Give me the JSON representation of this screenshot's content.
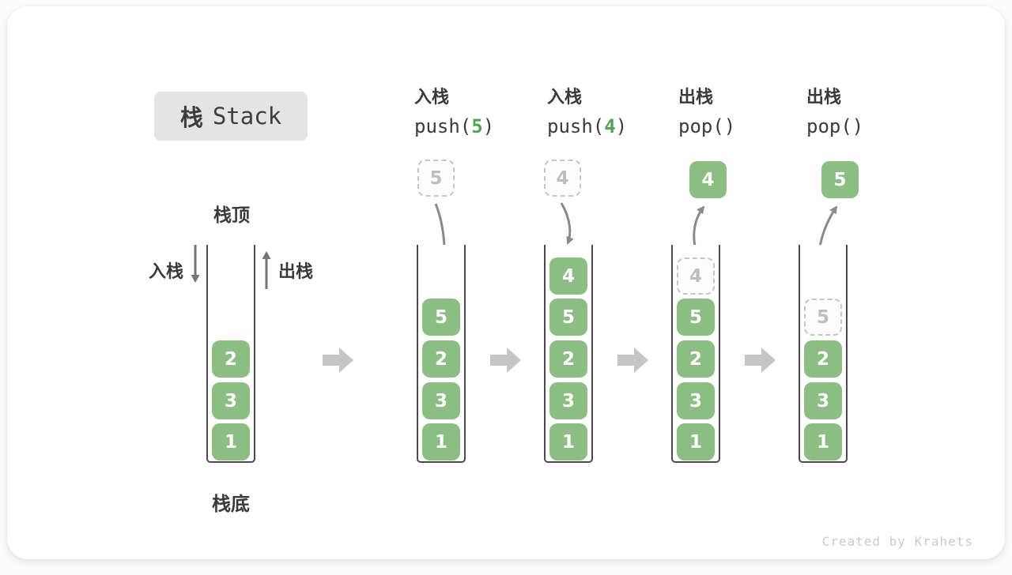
{
  "title": {
    "zh": "栈",
    "en": "Stack"
  },
  "legend": {
    "stack_top": "栈顶",
    "stack_bottom": "栈底",
    "push_side": "入栈",
    "pop_side": "出栈"
  },
  "operations": [
    {
      "zh": "入栈",
      "code_prefix": "push(",
      "arg": "5",
      "code_suffix": ")"
    },
    {
      "zh": "入栈",
      "code_prefix": "push(",
      "arg": "4",
      "code_suffix": ")"
    },
    {
      "zh": "出栈",
      "code_prefix": "pop(",
      "arg": "",
      "code_suffix": ")"
    },
    {
      "zh": "出栈",
      "code_prefix": "pop(",
      "arg": "",
      "code_suffix": ")"
    }
  ],
  "stacks": [
    {
      "items": [
        "2",
        "3",
        "1"
      ]
    },
    {
      "incoming": "5",
      "items": [
        "5",
        "2",
        "3",
        "1"
      ]
    },
    {
      "incoming": "4",
      "items": [
        "4",
        "5",
        "2",
        "3",
        "1"
      ]
    },
    {
      "popped": "4",
      "ghost": "4",
      "items": [
        "5",
        "2",
        "3",
        "1"
      ]
    },
    {
      "popped": "5",
      "ghost": "5",
      "items": [
        "2",
        "3",
        "1"
      ]
    }
  ],
  "colors": {
    "box_green": "#8cbd83",
    "accent_green": "#56a254",
    "ghost_border": "#c6c6c6",
    "container_line": "#4a4a4a",
    "flow_arrow": "#c5c5c5",
    "curve_arrow": "#8a8a8a"
  },
  "watermark": "Created by Krahets"
}
